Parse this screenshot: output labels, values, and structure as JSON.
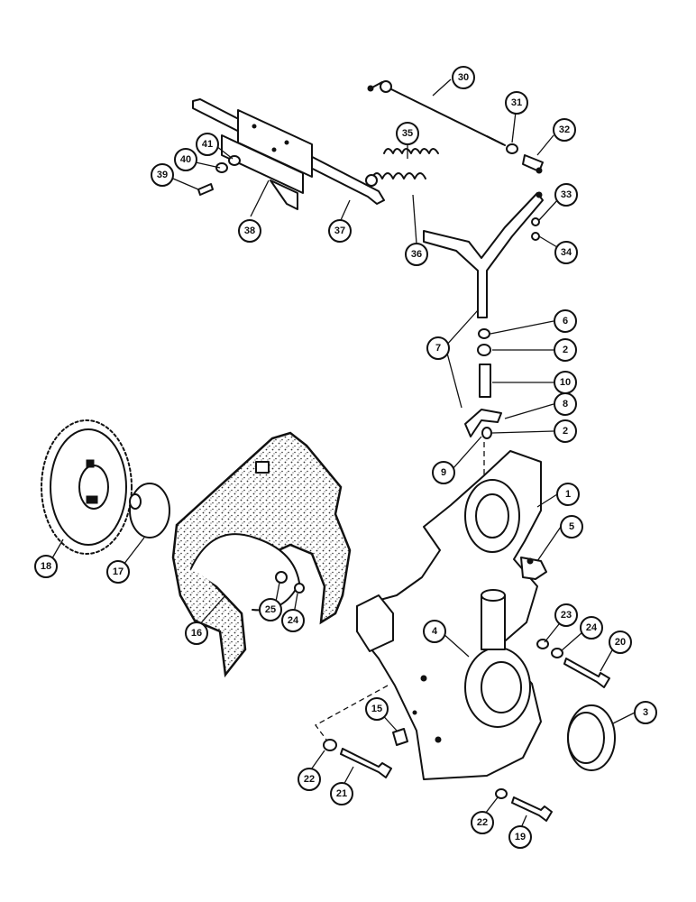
{
  "callouts": [
    {
      "id": "1",
      "label": "1"
    },
    {
      "id": "2a",
      "label": "2"
    },
    {
      "id": "2b",
      "label": "2"
    },
    {
      "id": "3",
      "label": "3"
    },
    {
      "id": "4",
      "label": "4"
    },
    {
      "id": "5",
      "label": "5"
    },
    {
      "id": "6",
      "label": "6"
    },
    {
      "id": "7",
      "label": "7"
    },
    {
      "id": "8",
      "label": "8"
    },
    {
      "id": "9",
      "label": "9"
    },
    {
      "id": "10",
      "label": "10"
    },
    {
      "id": "15",
      "label": "15"
    },
    {
      "id": "16",
      "label": "16"
    },
    {
      "id": "17",
      "label": "17"
    },
    {
      "id": "18",
      "label": "18"
    },
    {
      "id": "19",
      "label": "19"
    },
    {
      "id": "20",
      "label": "20"
    },
    {
      "id": "21",
      "label": "21"
    },
    {
      "id": "22a",
      "label": "22"
    },
    {
      "id": "22b",
      "label": "22"
    },
    {
      "id": "23",
      "label": "23"
    },
    {
      "id": "24a",
      "label": "24"
    },
    {
      "id": "24b",
      "label": "24"
    },
    {
      "id": "25",
      "label": "25"
    },
    {
      "id": "30",
      "label": "30"
    },
    {
      "id": "31",
      "label": "31"
    },
    {
      "id": "32",
      "label": "32"
    },
    {
      "id": "33",
      "label": "33"
    },
    {
      "id": "34",
      "label": "34"
    },
    {
      "id": "35",
      "label": "35"
    },
    {
      "id": "36",
      "label": "36"
    },
    {
      "id": "37",
      "label": "37"
    },
    {
      "id": "38",
      "label": "38"
    },
    {
      "id": "39",
      "label": "39"
    },
    {
      "id": "40",
      "label": "40"
    },
    {
      "id": "41",
      "label": "41"
    }
  ]
}
